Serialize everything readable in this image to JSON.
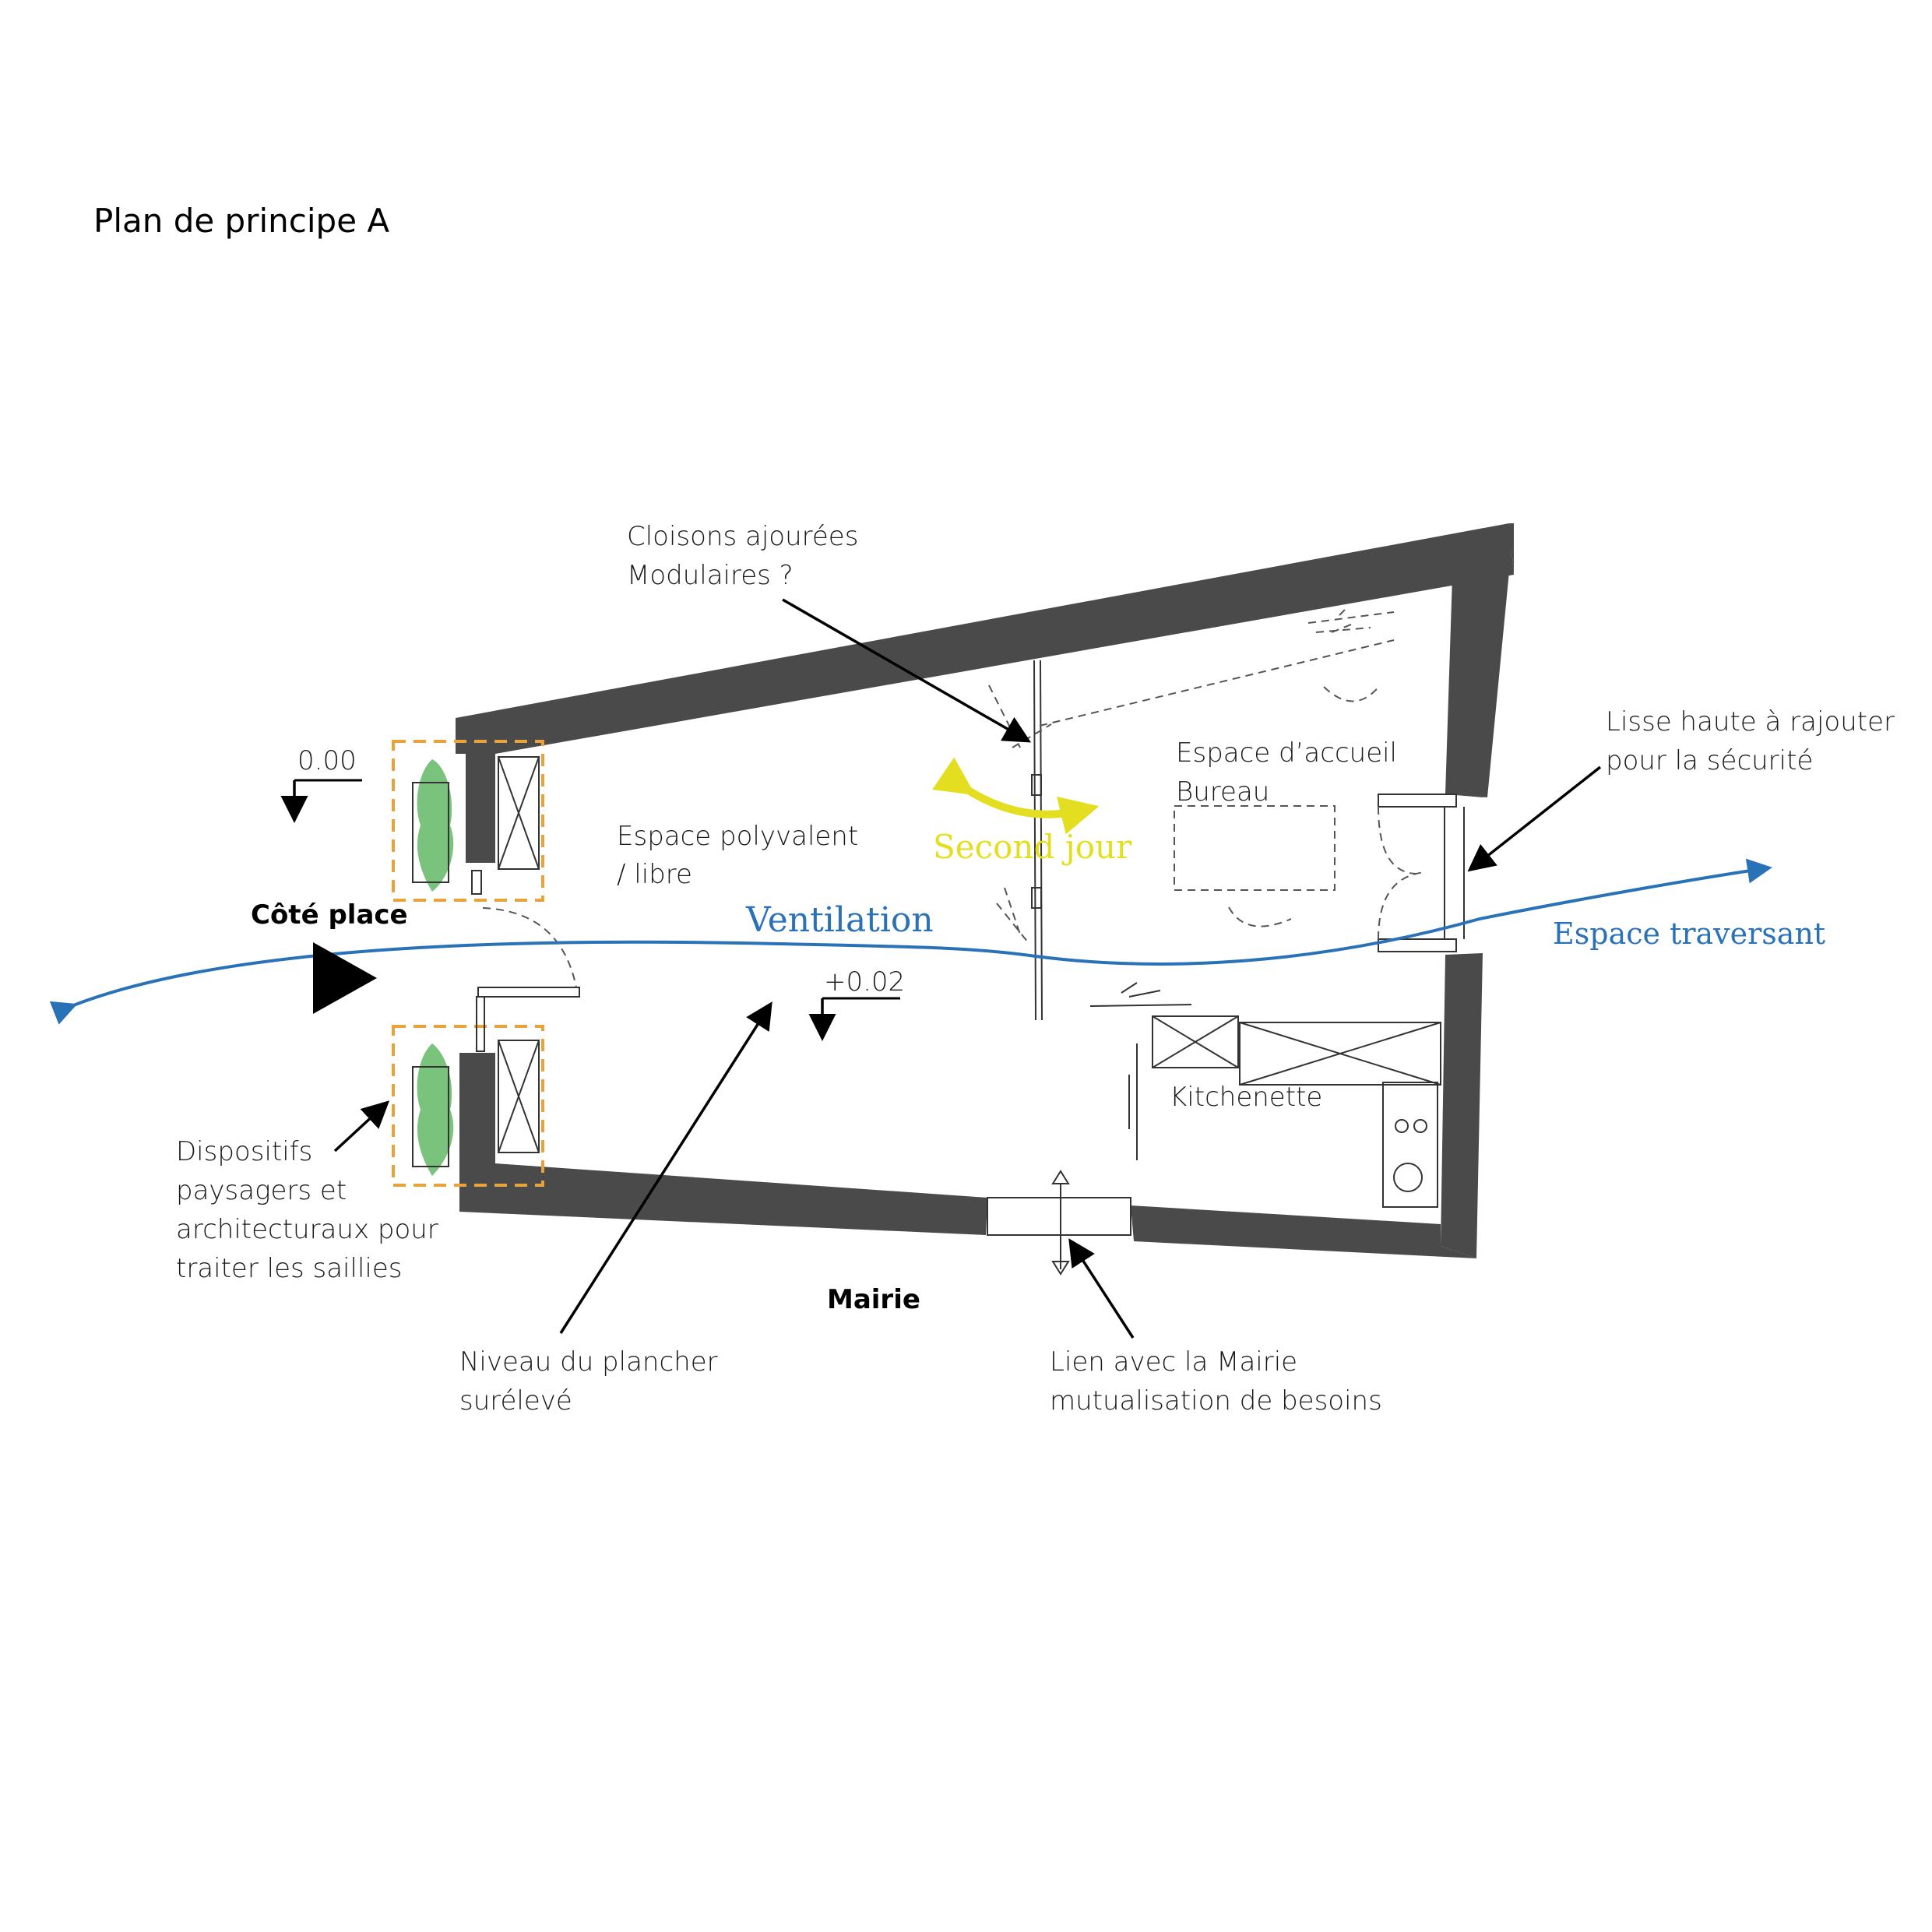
{
  "title": "Plan de principe A",
  "labels": {
    "cloisons_line1": "Cloisons ajourées",
    "cloisons_line2": "Modulaires ?",
    "lisse_line1": "Lisse haute à rajouter",
    "lisse_line2": "pour la sécurité",
    "accueil_line1": "Espace d’accueil",
    "accueil_line2": "Bureau",
    "polyvalent_line1": "Espace  polyvalent",
    "polyvalent_line2": "/ libre",
    "second_jour": "Second jour",
    "ventilation": "Ventilation",
    "espace_traversant": "Espace traversant",
    "cote_place": "Côté place",
    "level_000": "0.00",
    "level_002": "+0.02",
    "kitchenette": "Kitchenette",
    "dispositifs_line1": "Dispositifs",
    "dispositifs_line2": "paysagers et",
    "dispositifs_line3": "architecturaux pour",
    "dispositifs_line4": "traiter les saillies",
    "mairie": "Mairie",
    "niveau_line1": "Niveau du plancher",
    "niveau_line2": "surélevé",
    "lien_line1": "Lien avec la Mairie",
    "lien_line2": "mutualisation de besoins"
  },
  "colors": {
    "wall": "#4a4a4a",
    "ventilation": "#2a72b8",
    "second_jour": "#e3de1f",
    "planter_outline": "#e9a33b",
    "planter_green": "#4caf50"
  }
}
